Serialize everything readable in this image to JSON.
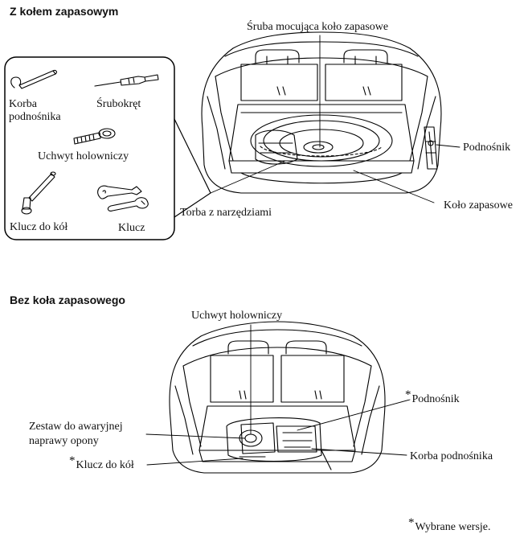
{
  "section1": {
    "heading": "Z kołem zapasowym",
    "labels": {
      "screw": "Śruba mocująca koło zapasowe",
      "jack": "Podnośnik",
      "tool_bag": "Torba z narzędziami",
      "spare_wheel": "Koło zapasowe"
    },
    "tools": {
      "crank_line1": "Korba",
      "crank_line2": "podnośnika",
      "screwdriver": "Śrubokręt",
      "tow_hook": "Uchwyt holowniczy",
      "lug_wrench": "Klucz do kół",
      "wrench": "Klucz"
    }
  },
  "section2": {
    "heading": "Bez koła zapasowego",
    "labels": {
      "tow_hook": "Uchwyt holowniczy",
      "jack": "Podnośnik",
      "repair_kit_line1": "Zestaw do awaryjnej",
      "repair_kit_line2": "naprawy opony",
      "crank": "Korba podnośnika",
      "lug_wrench": "Klucz do kół"
    }
  },
  "footnote": {
    "marker": "*",
    "text": "Wybrane wersje."
  }
}
